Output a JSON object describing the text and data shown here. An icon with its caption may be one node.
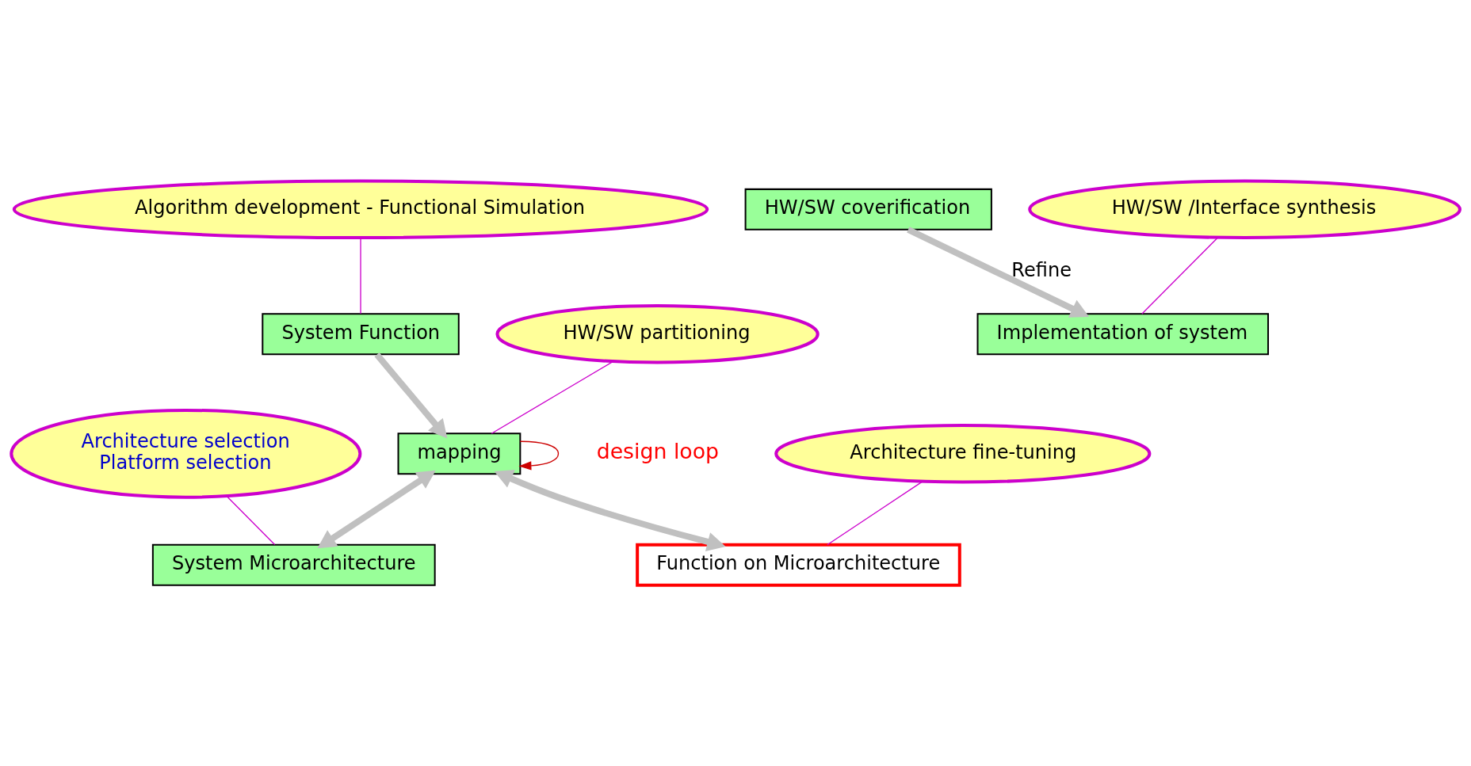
{
  "diagram": {
    "nodes": [
      {
        "text": [
          "System Function"
        ]
      },
      {
        "text": [
          "System Microarchitecture"
        ]
      },
      {
        "text": [
          "mapping"
        ]
      },
      {
        "text": [
          "Function on Microarchitecture"
        ]
      },
      {
        "text": [
          "HW/SW coverification"
        ]
      },
      {
        "text": [
          "Implementation of system"
        ]
      },
      {
        "text": [
          "Algorithm development - Functional Simulation"
        ]
      },
      {
        "text": [
          "Architecture selection",
          "Platform selection"
        ]
      },
      {
        "text": [
          "HW/SW partitioning"
        ]
      },
      {
        "text": [
          "Architecture fine-tuning"
        ]
      },
      {
        "text": [
          "HW/SW /Interface synthesis"
        ]
      }
    ],
    "edges": [
      {
        "from": 0,
        "to": 2,
        "arrow": "to",
        "style": "thick",
        "color": "#c0c0c0"
      },
      {
        "from": 2,
        "to": 1,
        "arrow": "both",
        "style": "thick",
        "color": "#c0c0c0"
      },
      {
        "from": 2,
        "to": 3,
        "arrow": "both",
        "style": "thick",
        "color": "#c0c0c0"
      },
      {
        "from": 2,
        "to": 2,
        "arrow": "to",
        "color": "#cc0000"
      },
      {
        "from": 4,
        "to": 5,
        "arrow": "to",
        "label": "Refine",
        "style": "thick",
        "color": "#c0c0c0"
      },
      {
        "from": 6,
        "to": 0,
        "arrow": "none",
        "color": "#cc00cc"
      },
      {
        "from": 7,
        "to": 1,
        "arrow": "none",
        "color": "#cc00cc"
      },
      {
        "from": 8,
        "to": 2,
        "arrow": "none",
        "color": "#cc00cc"
      },
      {
        "from": 9,
        "to": 3,
        "arrow": "none",
        "color": "#cc00cc"
      },
      {
        "from": 10,
        "to": 5,
        "arrow": "none",
        "color": "#cc00cc"
      }
    ],
    "labels": [
      "design loop"
    ]
  }
}
